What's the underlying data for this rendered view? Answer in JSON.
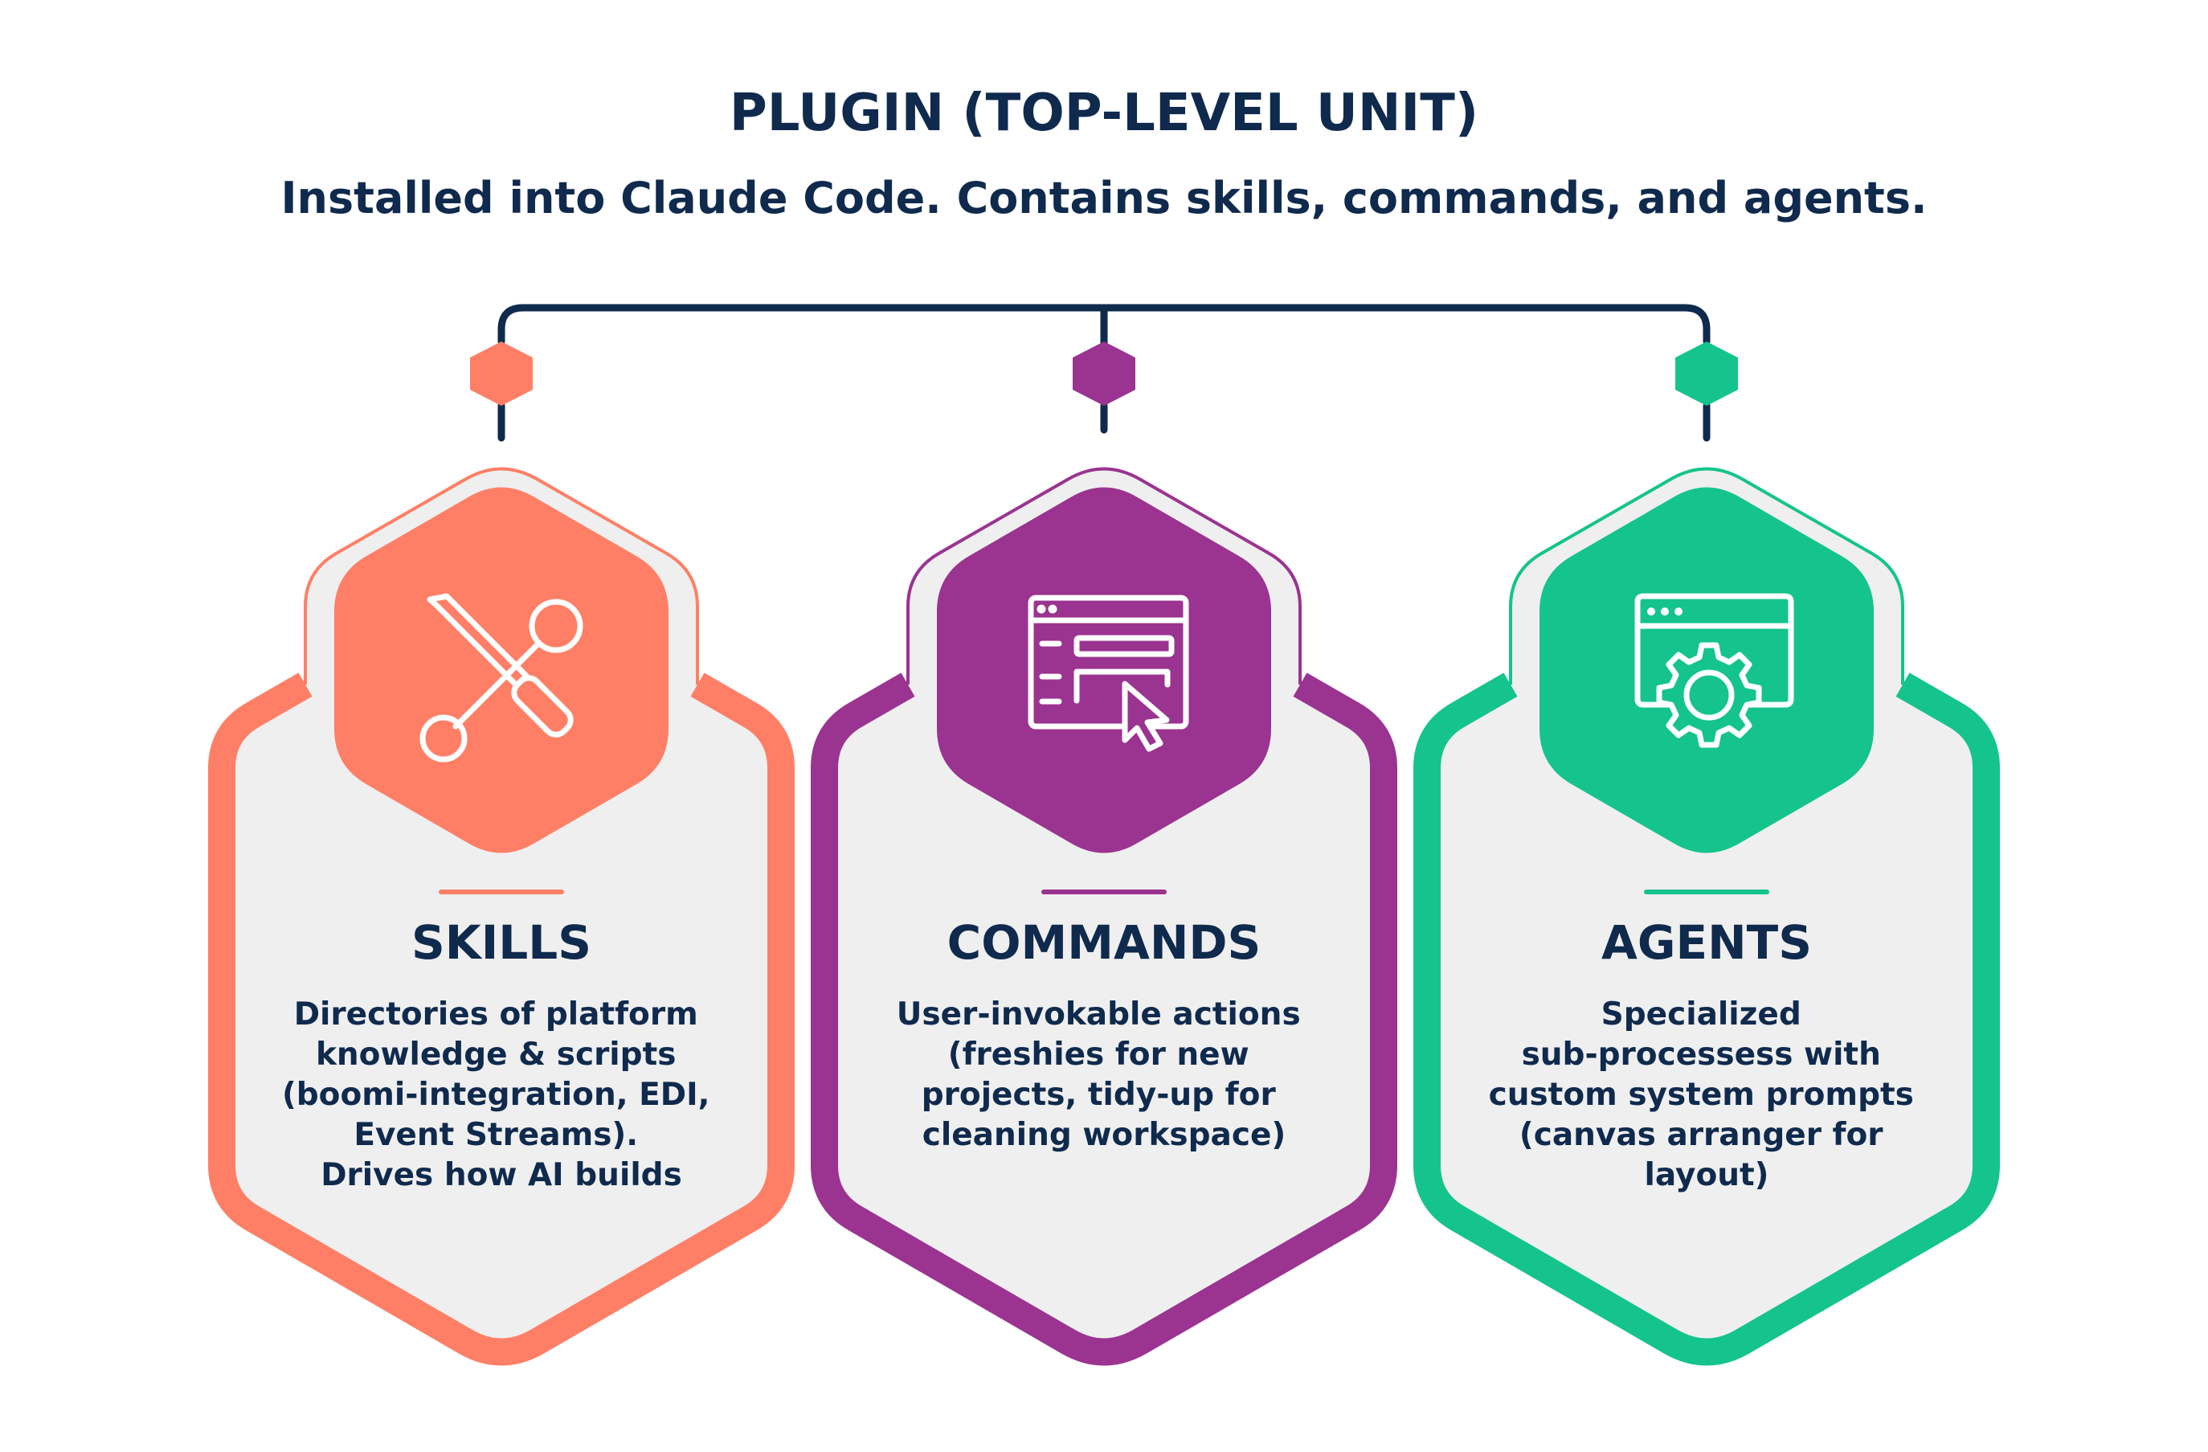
{
  "header": {
    "title": "PLUGIN (TOP-LEVEL UNIT)",
    "subtitle": "Installed into Claude Code. Contains skills, commands, and agents."
  },
  "cards": [
    {
      "title": "SKILLS",
      "icon": "tools-icon",
      "color": "#ff7f66",
      "lines": [
        "Directories of platform",
        "knowledge & scripts",
        "(boomi-integration, EDI,",
        "Event Streams).",
        "Drives how AI builds"
      ]
    },
    {
      "title": "COMMANDS",
      "icon": "browser-cursor-icon",
      "color": "#9b3390",
      "lines": [
        "User-invokable actions",
        "(freshies for new",
        "projects, tidy-up for",
        "cleaning workspace)"
      ]
    },
    {
      "title": "AGENTS",
      "icon": "browser-gear-icon",
      "color": "#14c48c",
      "lines": [
        "Specialized",
        "sub-processess with",
        "custom system prompts",
        "(canvas arranger for",
        "layout)"
      ]
    }
  ],
  "colors": {
    "text": "#0f2a4d",
    "connector": "#0f2a4d",
    "card_fill": "#efefef"
  }
}
